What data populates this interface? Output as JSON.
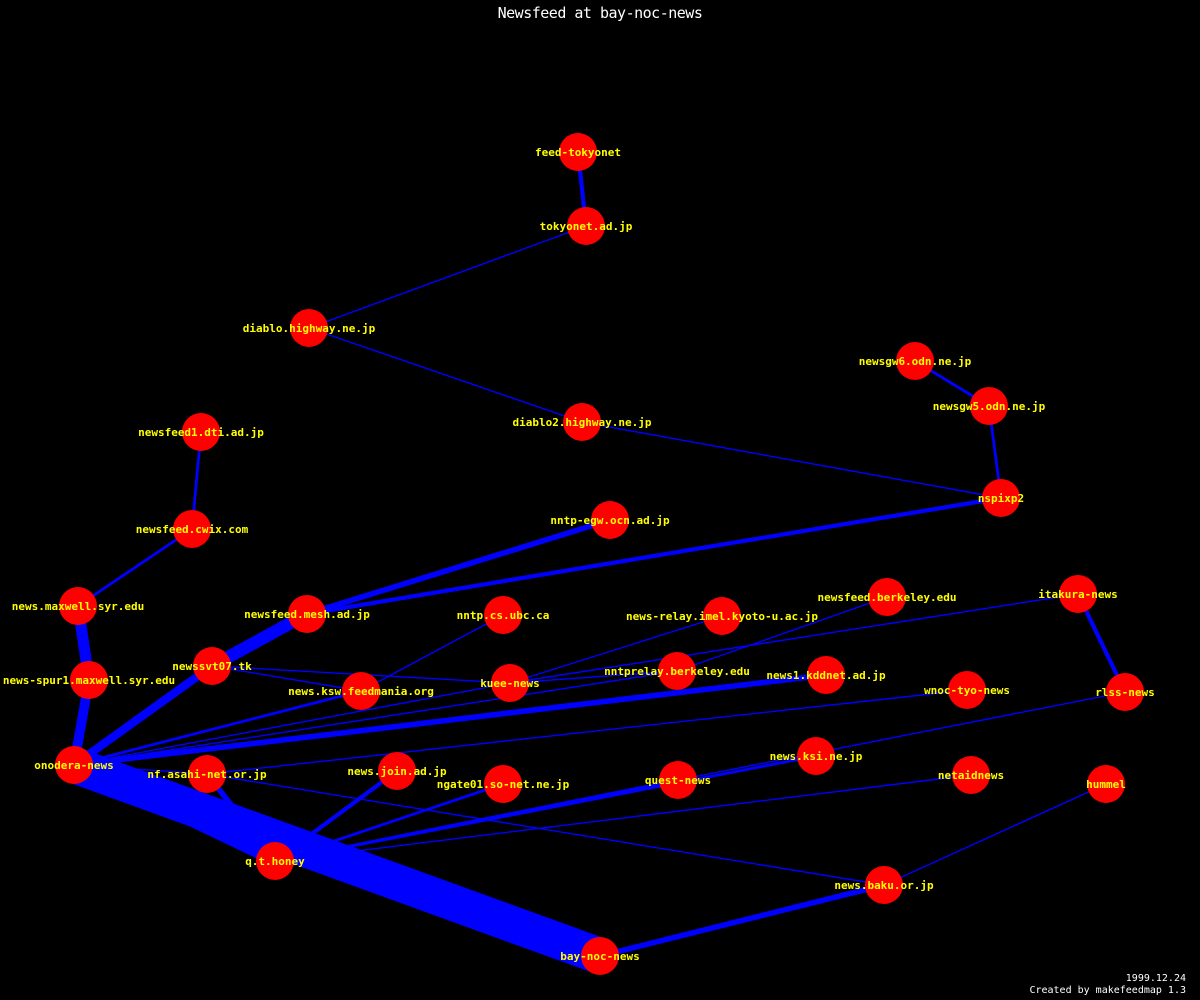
{
  "title": "Newsfeed at bay-noc-news",
  "footer": {
    "date": "1999.12.24",
    "credit": "Created by makefeedmap 1.3"
  },
  "colors": {
    "background": "#000000",
    "edge": "#0000ff",
    "node": "#ff0000",
    "label": "#ffff00",
    "text": "#ffffff"
  },
  "nodes": [
    {
      "id": "feed-tokyonet",
      "label": "feed-tokyonet"
    },
    {
      "id": "tokyonet",
      "label": "tokyonet.ad.jp"
    },
    {
      "id": "diablo",
      "label": "diablo.highway.ne.jp"
    },
    {
      "id": "diablo2",
      "label": "diablo2.highway.ne.jp"
    },
    {
      "id": "newsgw6",
      "label": "newsgw6.odn.ne.jp"
    },
    {
      "id": "newsgw5",
      "label": "newsgw5.odn.ne.jp"
    },
    {
      "id": "nspixp2",
      "label": "nspixp2"
    },
    {
      "id": "newsfeed1-dti",
      "label": "newsfeed1.dti.ad.jp"
    },
    {
      "id": "newsfeed-cwix",
      "label": "newsfeed.cwix.com"
    },
    {
      "id": "nntp-egw",
      "label": "nntp-egw.ocn.ad.jp"
    },
    {
      "id": "news-maxwell",
      "label": "news.maxwell.syr.edu"
    },
    {
      "id": "newsfeed-mesh",
      "label": "newsfeed.mesh.ad.jp"
    },
    {
      "id": "nntp-ubc",
      "label": "nntp.cs.ubc.ca"
    },
    {
      "id": "news-relay-kyoto",
      "label": "news-relay.imel.kyoto-u.ac.jp"
    },
    {
      "id": "newsfeed-berkeley",
      "label": "newsfeed.berkeley.edu"
    },
    {
      "id": "itakura-news",
      "label": "itakura-news"
    },
    {
      "id": "news-spur1",
      "label": "news-spur1.maxwell.syr.edu"
    },
    {
      "id": "newssvt07",
      "label": "newssvt07.tk"
    },
    {
      "id": "news-ksw",
      "label": "news.ksw.feedmania.org"
    },
    {
      "id": "kuee-news",
      "label": "kuee-news"
    },
    {
      "id": "nntprelay-berkeley",
      "label": "nntprelay.berkeley.edu"
    },
    {
      "id": "news1-kddnet",
      "label": "news1.kddnet.ad.jp"
    },
    {
      "id": "wnoc-tyo-news",
      "label": "wnoc-tyo-news"
    },
    {
      "id": "rlss-news",
      "label": "rlss-news"
    },
    {
      "id": "onodera-news",
      "label": "onodera-news"
    },
    {
      "id": "nf-asahi",
      "label": "nf.asahi-net.or.jp"
    },
    {
      "id": "news-join",
      "label": "news.join.ad.jp"
    },
    {
      "id": "ngate01",
      "label": "ngate01.so-net.ne.jp"
    },
    {
      "id": "quest-news",
      "label": "quest-news"
    },
    {
      "id": "news-ksi",
      "label": "news.ksi.ne.jp"
    },
    {
      "id": "netaidnews",
      "label": "netaidnews"
    },
    {
      "id": "hummel",
      "label": "hummel"
    },
    {
      "id": "qt-honey",
      "label": "q.t.honey"
    },
    {
      "id": "news-baku",
      "label": "news.baku.or.jp"
    },
    {
      "id": "bay-noc-news",
      "label": "bay-noc-news"
    }
  ],
  "edges": [
    {
      "from": "feed-tokyonet",
      "to": "tokyonet",
      "weight": 3
    },
    {
      "from": "tokyonet",
      "to": "diablo",
      "weight": 1
    },
    {
      "from": "diablo",
      "to": "diablo2",
      "weight": 1
    },
    {
      "from": "diablo2",
      "to": "nspixp2",
      "weight": 1
    },
    {
      "from": "newsgw6",
      "to": "newsgw5",
      "weight": 2
    },
    {
      "from": "newsgw5",
      "to": "nspixp2",
      "weight": 2
    },
    {
      "from": "nspixp2",
      "to": "newsfeed-mesh",
      "weight": 3
    },
    {
      "from": "newsfeed1-dti",
      "to": "newsfeed-cwix",
      "weight": 2
    },
    {
      "from": "newsfeed-cwix",
      "to": "news-maxwell",
      "weight": 2
    },
    {
      "from": "news-maxwell",
      "to": "news-spur1",
      "weight": 8
    },
    {
      "from": "news-spur1",
      "to": "onodera-news",
      "weight": 7
    },
    {
      "from": "nntp-egw",
      "to": "newsfeed-mesh",
      "weight": 4
    },
    {
      "from": "newsfeed-mesh",
      "to": "newssvt07",
      "weight": 9
    },
    {
      "from": "newssvt07",
      "to": "onodera-news",
      "weight": 6
    },
    {
      "from": "newssvt07",
      "to": "kuee-news",
      "weight": 1
    },
    {
      "from": "newssvt07",
      "to": "news-ksw",
      "weight": 1
    },
    {
      "from": "nntp-ubc",
      "to": "news-ksw",
      "weight": 1
    },
    {
      "from": "news-relay-kyoto",
      "to": "kuee-news",
      "weight": 1
    },
    {
      "from": "newsfeed-berkeley",
      "to": "nntprelay-berkeley",
      "weight": 1
    },
    {
      "from": "itakura-news",
      "to": "kuee-news",
      "weight": 1
    },
    {
      "from": "itakura-news",
      "to": "rlss-news",
      "weight": 3
    },
    {
      "from": "kuee-news",
      "to": "nntprelay-berkeley",
      "weight": 1
    },
    {
      "from": "news-ksw",
      "to": "onodera-news",
      "weight": 2
    },
    {
      "from": "kuee-news",
      "to": "onodera-news",
      "weight": 1
    },
    {
      "from": "nntprelay-berkeley",
      "to": "onodera-news",
      "weight": 1
    },
    {
      "from": "news1-kddnet",
      "to": "onodera-news",
      "weight": 4
    },
    {
      "from": "wnoc-tyo-news",
      "to": "nf-asahi",
      "weight": 1
    },
    {
      "from": "rlss-news",
      "to": "quest-news",
      "weight": 1
    },
    {
      "from": "onodera-news",
      "to": "nf-asahi",
      "weight": 1
    },
    {
      "from": "onodera-news",
      "to": "bay-noc-news",
      "weight": 26
    },
    {
      "from": "nf-asahi",
      "to": "qt-honey",
      "weight": 4
    },
    {
      "from": "nf-asahi",
      "to": "news-baku",
      "weight": 1
    },
    {
      "from": "news-join",
      "to": "qt-honey",
      "weight": 3
    },
    {
      "from": "ngate01",
      "to": "qt-honey",
      "weight": 2
    },
    {
      "from": "quest-news",
      "to": "qt-honey",
      "weight": 2
    },
    {
      "from": "news-ksi",
      "to": "qt-honey",
      "weight": 2
    },
    {
      "from": "netaidnews",
      "to": "qt-honey",
      "weight": 1
    },
    {
      "from": "onodera-news",
      "to": "qt-honey",
      "weight": 8
    },
    {
      "from": "hummel",
      "to": "news-baku",
      "weight": 1
    },
    {
      "from": "news-baku",
      "to": "bay-noc-news",
      "weight": 4
    }
  ]
}
